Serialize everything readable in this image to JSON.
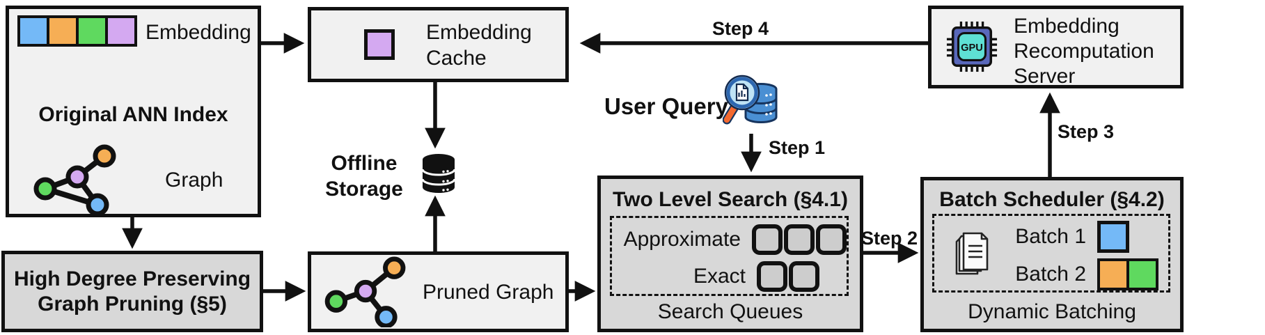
{
  "palette": {
    "blue": "#74b9f7",
    "orange": "#f6ae55",
    "green": "#5fd95f",
    "purple": "#d4a9f1",
    "box_light": "#f1f1f1",
    "box_dark": "#d8d8d8",
    "line": "#111111"
  },
  "original_index": {
    "title": "Original ANN Index",
    "embedding_label": "Embedding",
    "graph_label": "Graph"
  },
  "embedding_cache": {
    "label": "Embedding Cache"
  },
  "offline_storage": {
    "label": "Offline Storage"
  },
  "high_degree_pruning": {
    "label": "High Degree Preserving Graph Pruning (§5)"
  },
  "pruned_graph": {
    "label": "Pruned Graph"
  },
  "user_query": {
    "label": "User Query"
  },
  "two_level_search": {
    "title": "Two Level Search (§4.1)",
    "approximate_label": "Approximate",
    "exact_label": "Exact",
    "footer": "Search Queues"
  },
  "batch_scheduler": {
    "title": "Batch Scheduler (§4.2)",
    "batch1_label": "Batch 1",
    "batch2_label": "Batch 2",
    "footer": "Dynamic Batching"
  },
  "recompute_server": {
    "label": "Embedding Recomputation Server",
    "gpu_label": "GPU"
  },
  "steps": {
    "step1": "Step 1",
    "step2": "Step 2",
    "step3": "Step 3",
    "step4": "Step 4"
  },
  "icons": {
    "embedding_vector": "embedding-vector-icon",
    "graph": "graph-nodes-icon",
    "cached_embedding": "cached-embedding-square-icon",
    "storage": "database-icon",
    "user_query": "magnifier-database-icon",
    "documents": "documents-icon",
    "gpu": "gpu-chip-icon"
  }
}
